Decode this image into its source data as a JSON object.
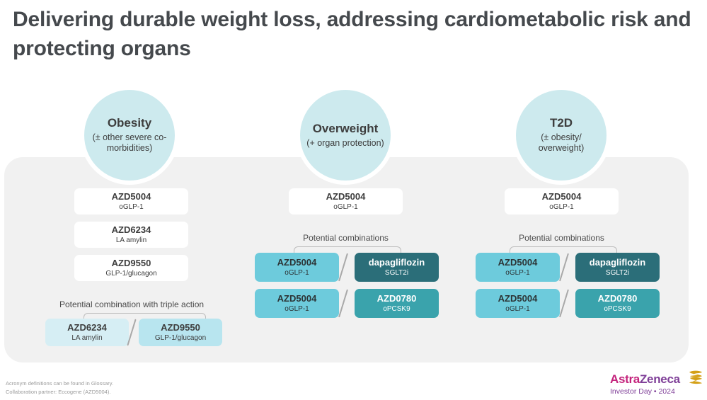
{
  "slide": {
    "title": "Delivering durable weight loss, addressing cardiometabolic risk and protecting organs"
  },
  "columns": [
    {
      "id": "obesity",
      "circle": {
        "title": "Obesity",
        "subtitle": "(± other severe co-morbidities)"
      },
      "monotherapy": [
        {
          "name": "AZD5004",
          "mechanism": "oGLP-1"
        },
        {
          "name": "AZD6234",
          "mechanism": "LA amylin"
        },
        {
          "name": "AZD9550",
          "mechanism": "GLP-1/glucagon"
        }
      ],
      "combination_caption": "Potential combination with triple action",
      "combinations": [
        {
          "left": {
            "name": "AZD6234",
            "mechanism": "LA amylin"
          },
          "separator": "/",
          "right": {
            "name": "AZD9550",
            "mechanism": "GLP-1/glucagon"
          }
        }
      ]
    },
    {
      "id": "overweight",
      "circle": {
        "title": "Overweight",
        "subtitle": "(+ organ protection)"
      },
      "monotherapy": [
        {
          "name": "AZD5004",
          "mechanism": "oGLP-1"
        }
      ],
      "combination_caption": "Potential combinations",
      "combinations": [
        {
          "left": {
            "name": "AZD5004",
            "mechanism": "oGLP-1"
          },
          "separator": "/",
          "right": {
            "name": "dapagliflozin",
            "mechanism": "SGLT2i"
          }
        },
        {
          "left": {
            "name": "AZD5004",
            "mechanism": "oGLP-1"
          },
          "separator": "/",
          "right": {
            "name": "AZD0780",
            "mechanism": "oPCSK9"
          }
        }
      ]
    },
    {
      "id": "t2d",
      "circle": {
        "title": "T2D",
        "subtitle": "(± obesity/ overweight)"
      },
      "monotherapy": [
        {
          "name": "AZD5004",
          "mechanism": "oGLP-1"
        }
      ],
      "combination_caption": "Potential combinations",
      "combinations": [
        {
          "left": {
            "name": "AZD5004",
            "mechanism": "oGLP-1"
          },
          "separator": "/",
          "right": {
            "name": "dapagliflozin",
            "mechanism": "SGLT2i"
          }
        },
        {
          "left": {
            "name": "AZD5004",
            "mechanism": "oGLP-1"
          },
          "separator": "/",
          "right": {
            "name": "AZD0780",
            "mechanism": "oPCSK9"
          }
        }
      ]
    }
  ],
  "footnotes": {
    "line1": "Acronym definitions can be found in Glossary.",
    "line2": "Collaboration partner: Eccogene (AZD5004)."
  },
  "branding": {
    "company_part1": "Astra",
    "company_part2": "Zeneca",
    "event": "Investor Day • 2024"
  },
  "colors": {
    "circle_fill": "#cdeaee",
    "panel": "#f1f1f1",
    "light_teal": "#6dcbdc",
    "dark_teal": "#2b6e79",
    "mid_teal": "#3aa3ac",
    "pale_teal": "#d6eef4",
    "pale_teal2": "#b8e5ef",
    "brand_magenta": "#c4237c",
    "brand_purple": "#7f3f98",
    "brand_gold": "#d4a017"
  }
}
